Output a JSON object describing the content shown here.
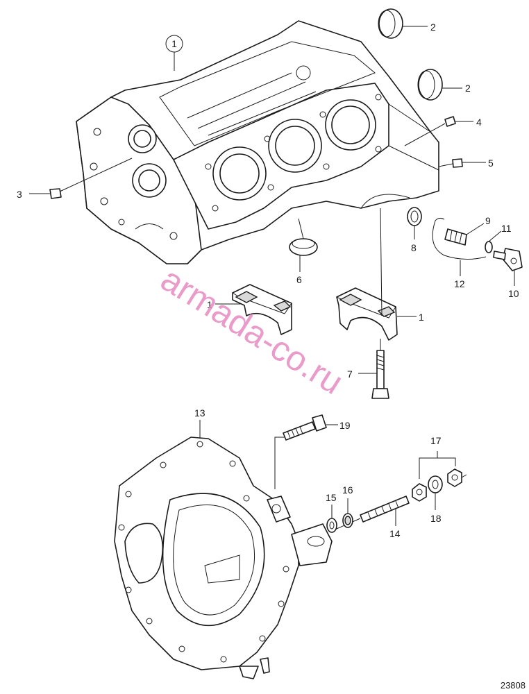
{
  "callouts": {
    "c1_circled": "1",
    "c2_top": "2",
    "c2_mid": "2",
    "c3": "3",
    "c4": "4",
    "c5": "5",
    "c6": "6",
    "c7": "7",
    "c8": "8",
    "c9": "9",
    "c10": "10",
    "c11": "11",
    "c12": "12",
    "c1_cap_left": "1",
    "c1_cap_right": "1",
    "c13": "13",
    "c14": "14",
    "c15": "15",
    "c16": "16",
    "c17": "17",
    "c18": "18",
    "c19": "19"
  },
  "watermark": "armada-co.ru",
  "figure_number": "23808",
  "colors": {
    "watermark": "#e58ac0",
    "line": "#1a1a1a"
  }
}
